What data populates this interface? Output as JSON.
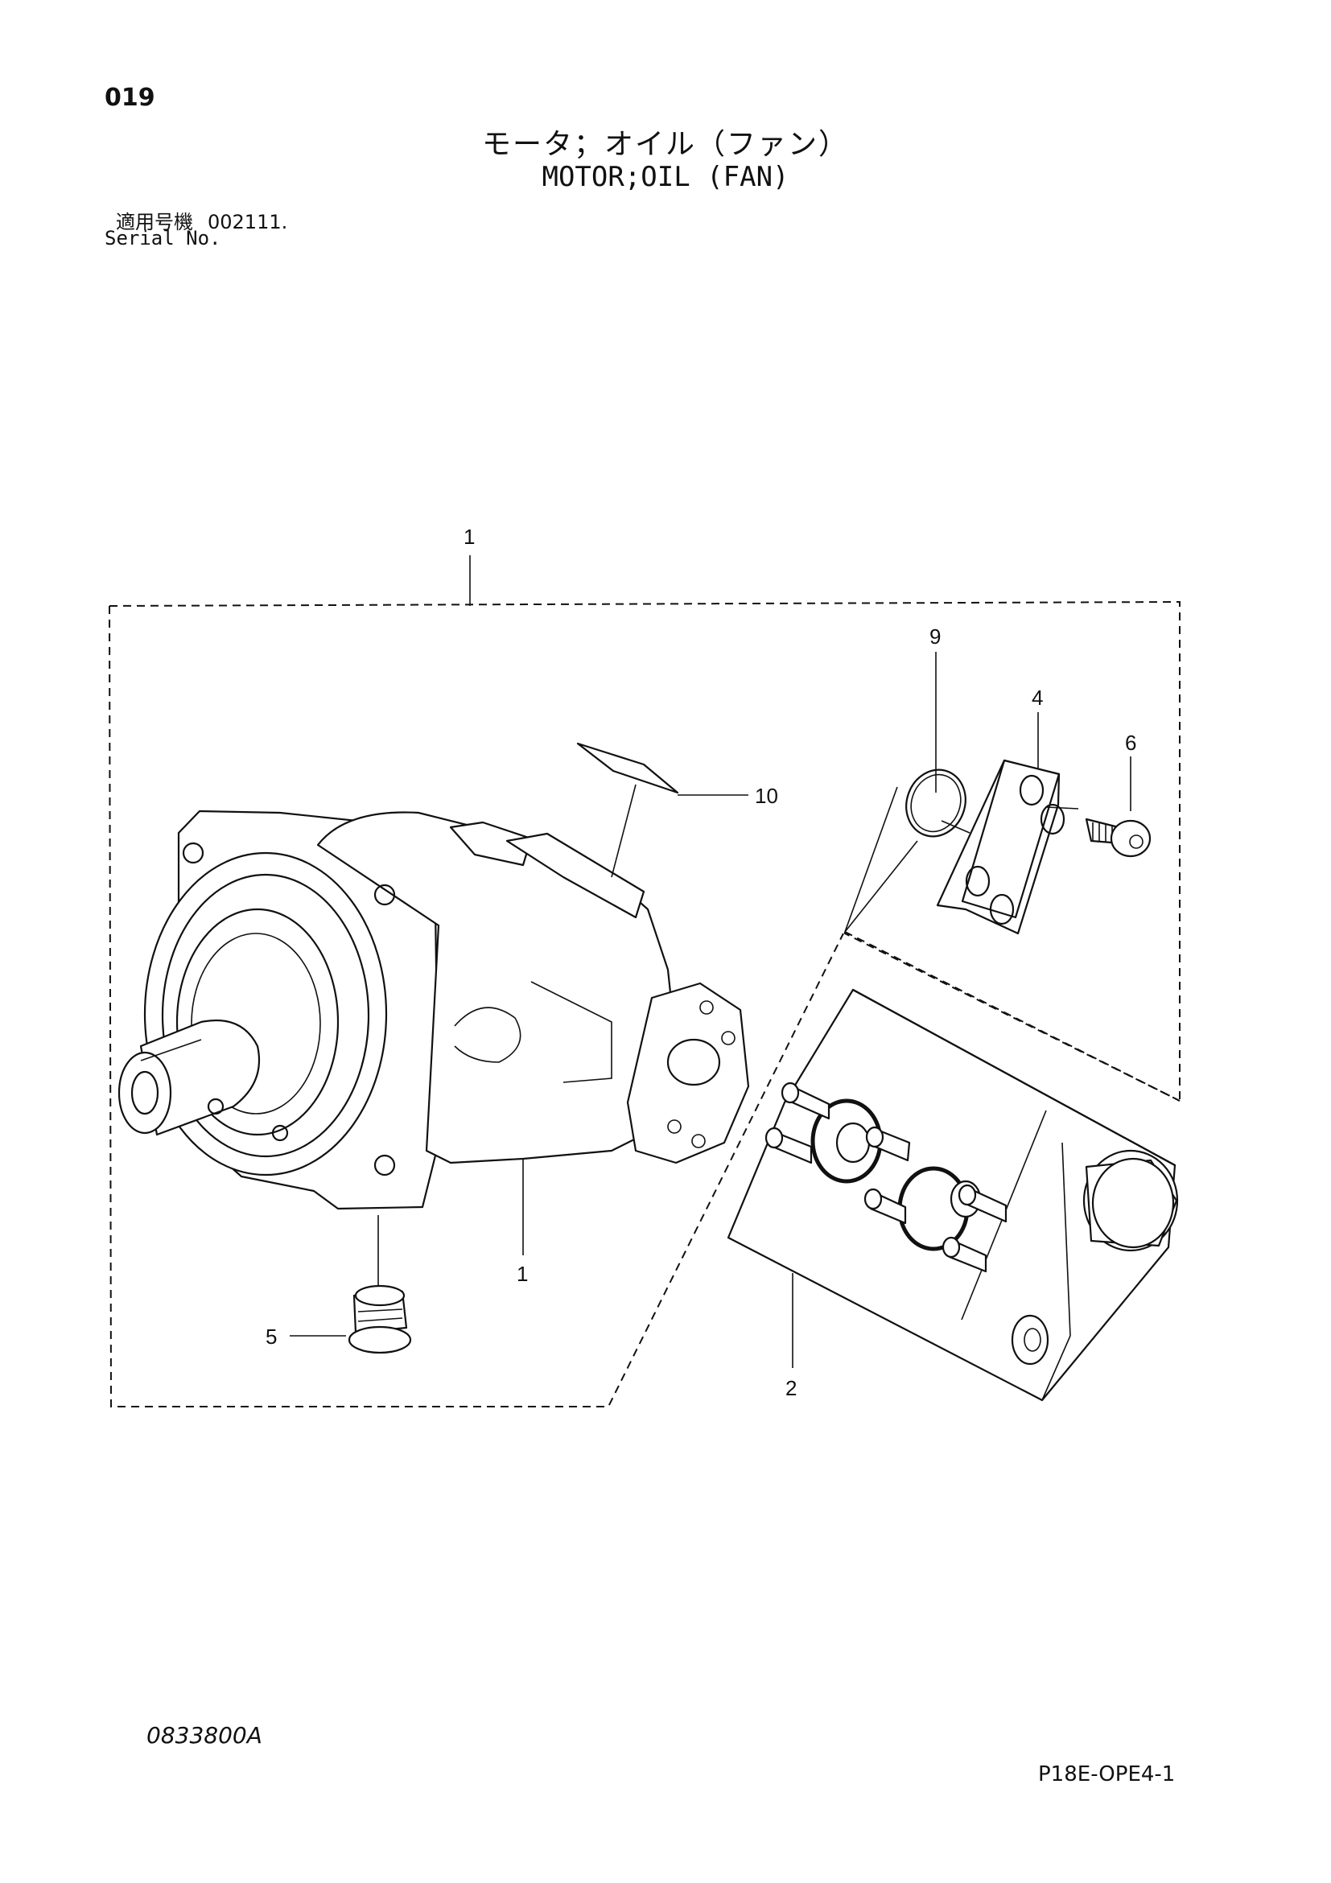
{
  "header": {
    "page_code": "019",
    "title_jp": "モータ；オイル（ファン）",
    "title_en": "MOTOR;OIL (FAN)",
    "serial_label_jp": "適用号機",
    "serial_value": "002111.",
    "serial_label_en": "Serial No."
  },
  "callouts": {
    "c1_top": "1",
    "c1_body": "1",
    "c2": "2",
    "c4": "4",
    "c5": "5",
    "c6": "6",
    "c9": "9",
    "c10": "10"
  },
  "footer": {
    "doc_code": "0833800A",
    "sheet_code": "P18E-OPE4-1"
  }
}
